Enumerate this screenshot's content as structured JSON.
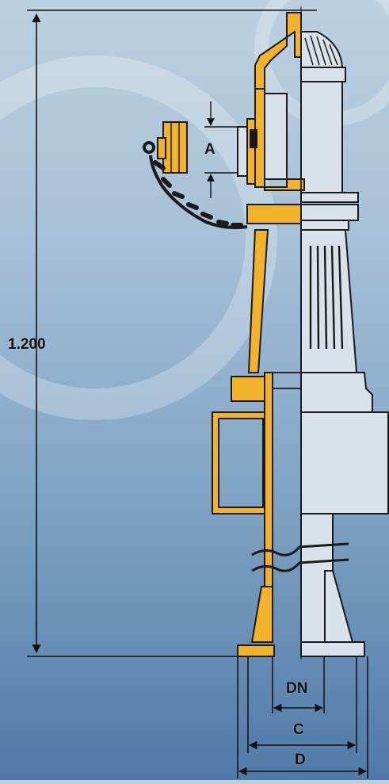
{
  "dimensions": {
    "height": "1.200",
    "outlet": "A",
    "nominal_diameter": "DN",
    "bolt_circle": "C",
    "flange_diameter": "D"
  },
  "colors": {
    "section_fill": "#f2b22a",
    "outline": "#1a1a1a",
    "body_fill": "#d9e1ea"
  }
}
